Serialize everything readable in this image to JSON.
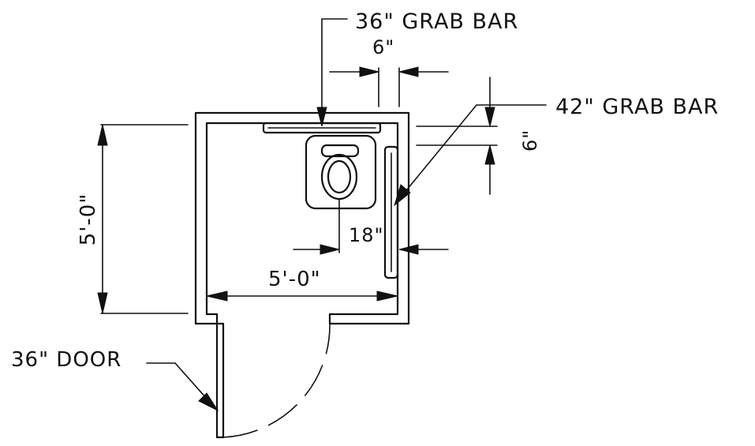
{
  "labels": {
    "grab_bar_36": "36\" GRAB BAR",
    "grab_bar_42": "42\" GRAB BAR",
    "door_36": "36\" DOOR",
    "dim_6_top": "6\"",
    "dim_6_right": "6\"",
    "dim_18": "18\"",
    "dim_width": "5'-0\"",
    "dim_depth": "5'-0\""
  },
  "colors": {
    "ink": "#111111",
    "paper": "#ffffff"
  }
}
